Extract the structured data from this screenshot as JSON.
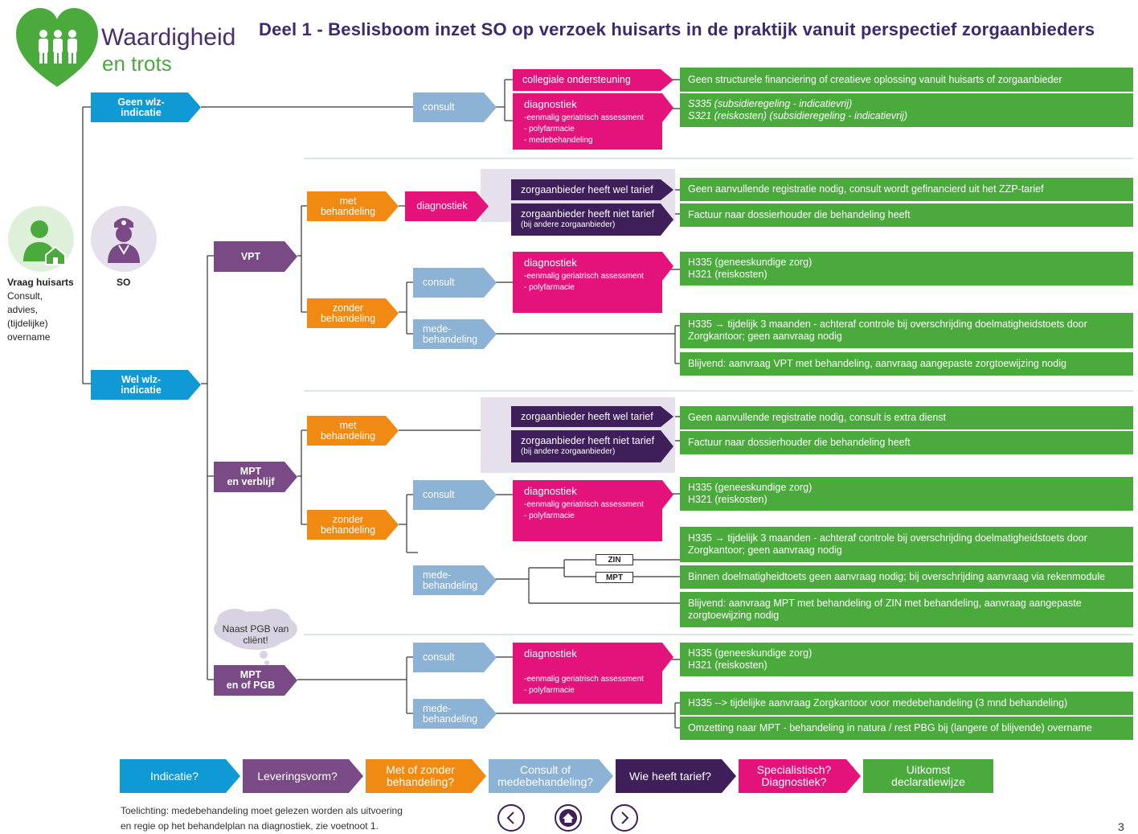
{
  "logo": {
    "line1": "Waardigheid",
    "line2": "en trots"
  },
  "title": "Deel 1 - Beslisboom inzet SO op verzoek huisarts in de praktijk vanuit perspectief zorgaanbieders",
  "left": {
    "vraag_title": "Vraag huisarts",
    "vraag_lines": [
      "Consult,",
      "advies,",
      "(tijdelijke)",
      "overname"
    ],
    "so_label": "SO"
  },
  "indicatie": {
    "geen": "Geen wlz-\nindicatie",
    "wel": "Wel wlz-\nindicatie"
  },
  "levering": {
    "vpt": "VPT",
    "mpt_verblijf": "MPT\nen verblijf",
    "mpt_pgb": "MPT\nen of PGB",
    "pgb_cloud": "Naast PGB van\ncliënt!"
  },
  "behandeling": {
    "met": "met\nbehandeling",
    "zonder": "zonder\nbehandeling"
  },
  "consult_labels": {
    "consult": "consult",
    "mede": "mede-\nbehandeling"
  },
  "specialist": {
    "collegiale": "collegiale ondersteuning",
    "diagnostiek": "diagnostiek",
    "diag_items_full": "-eenmalig geriatrisch assessment\n- polyfarmacie\n- medebehandeling",
    "diag_items_short": "-eenmalig geriatrisch assessment\n- polyfarmacie"
  },
  "tarief": {
    "wel": "zorgaanbieder heeft wel tarief",
    "niet": "zorgaanbieder heeft niet tarief",
    "niet_sub": "(bij andere zorgaanbieder)"
  },
  "zin_mpt": {
    "zin": "ZIN",
    "mpt": "MPT"
  },
  "outcomes": {
    "o1": "Geen structurele financiering of creatieve oplossing vanuit huisarts of zorgaanbieder",
    "o2a": "S335 (subsidieregeling - indicatievrij)",
    "o2b": "S321 (reiskosten) (subsidieregeling - indicatievrij)",
    "o3": "Geen aanvullende registratie nodig, consult wordt gefinancierd uit het ZZP-tarief",
    "o4": "Factuur naar dossierhouder die behandeling heeft",
    "o5a": "H335 (geneeskundige zorg)",
    "o5b": "H321 (reiskosten)",
    "o6": "H335 → tijdelijk 3 maanden - achteraf controle bij overschrijding doelmatigheidstoets door Zorgkantoor; geen aanvraag nodig",
    "o7": "Blijvend: aanvraag VPT met behandeling, aanvraag aangepaste zorgtoewijzing nodig",
    "o8": "Geen aanvullende registratie nodig, consult is extra dienst",
    "o9": "Factuur naar dossierhouder die behandeling heeft",
    "o10a": "H335 (geneeskundige zorg)",
    "o10b": "H321 (reiskosten)",
    "o11": "H335 → tijdelijk 3 maanden - achteraf controle bij overschrijding doelmatigheidstoets door Zorgkantoor; geen aanvraag nodig",
    "o12": "Binnen doelmatigheidtoets geen aanvraag nodig; bij overschrijding aanvraag via rekenmodule",
    "o13": "Blijvend: aanvraag MPT met behandeling of ZIN met behandeling, aanvraag aangepaste zorgtoewijzing nodig",
    "o14a": "H335 (geneeskundige zorg)",
    "o14b": "H321 (reiskosten)",
    "o15": "H335 --> tijdelijke aanvraag Zorgkantoor voor medebehandeling (3 mnd behandeling)",
    "o16": "Omzetting naar MPT - behandeling in natura / rest PBG bij (langere of blijvende) overname"
  },
  "legend": {
    "l1": "Indicatie?",
    "l2": "Leveringsvorm?",
    "l3": "Met of zonder\nbehandeling?",
    "l4": "Consult of\nmedebehandeling?",
    "l5": "Wie heeft tarief?",
    "l6": "Specialistisch?\nDiagnostiek?",
    "l7": "Uitkomst\ndeclaratiewijze"
  },
  "footnote": "Toelichting: medebehandeling moet gelezen worden als uitvoering\nen regie op het behandelplan na diagnostiek, zie voetnoot 1.",
  "page_number": "3",
  "colors": {
    "blue": "#0f9ad6",
    "purple": "#7a4a86",
    "orange": "#f08a12",
    "light_blue": "#8cb2d6",
    "dark_purple": "#3e1f5a",
    "pink": "#e4137c",
    "green": "#4aab3c"
  }
}
